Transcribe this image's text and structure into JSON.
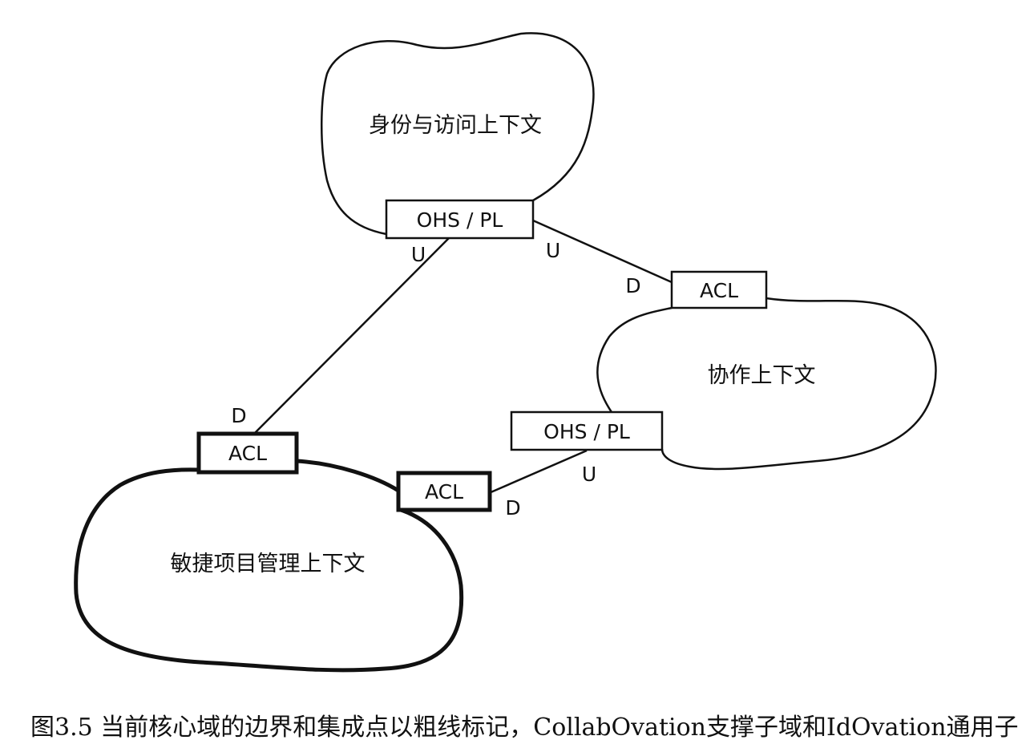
{
  "contexts": {
    "identity": "身份与访问上下文",
    "collaboration": "协作上下文",
    "agile": "敏捷项目管理上下文"
  },
  "boxes": {
    "identity_ohs": "OHS / PL",
    "collab_acl": "ACL",
    "collab_ohs": "OHS / PL",
    "agile_acl_left": "ACL",
    "agile_acl_right": "ACL"
  },
  "relations": {
    "identity_to_agile_up": "U",
    "identity_to_agile_down": "D",
    "identity_to_collab_up": "U",
    "identity_to_collab_down": "D",
    "collab_to_agile_up": "U",
    "collab_to_agile_down": "D"
  },
  "caption": "图3.5 当前核心域的边界和集成点以粗线标记，CollabOvation支撑子域和IdOvation通用子"
}
